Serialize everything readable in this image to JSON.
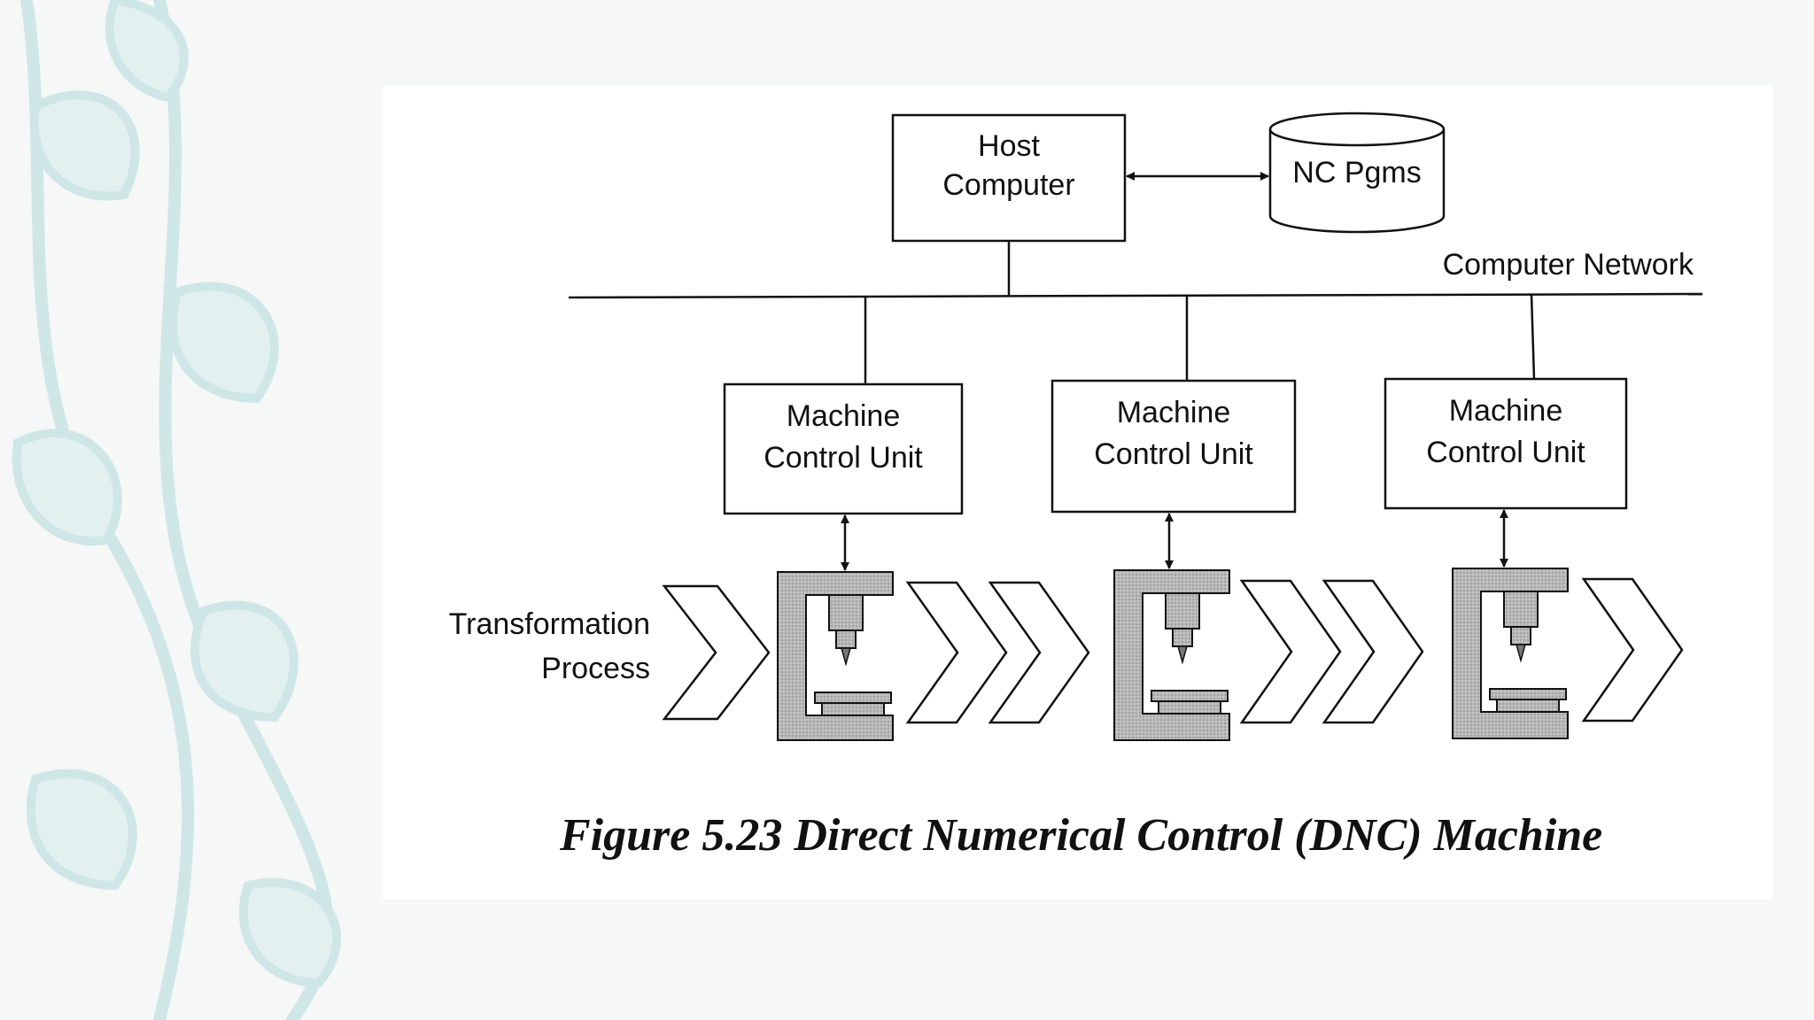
{
  "diagram": {
    "host": {
      "line1": "Host",
      "line2": "Computer"
    },
    "storage": {
      "label": "NC Pgms"
    },
    "network": {
      "label": "Computer Network"
    },
    "mcu_units": [
      {
        "line1": "Machine",
        "line2": "Control Unit"
      },
      {
        "line1": "Machine",
        "line2": "Control Unit"
      },
      {
        "line1": "Machine",
        "line2": "Control Unit"
      }
    ],
    "process": {
      "line1": "Transformation",
      "line2": "Process"
    }
  },
  "caption": "Figure 5.23 Direct Numerical Control (DNC) Machine",
  "colors": {
    "background": "#f6f7f7",
    "figure_background": "#ffffff",
    "decor_leaf": "#cfe6e7",
    "ink": "#111111",
    "machine_fill": "#bdbdbd"
  }
}
